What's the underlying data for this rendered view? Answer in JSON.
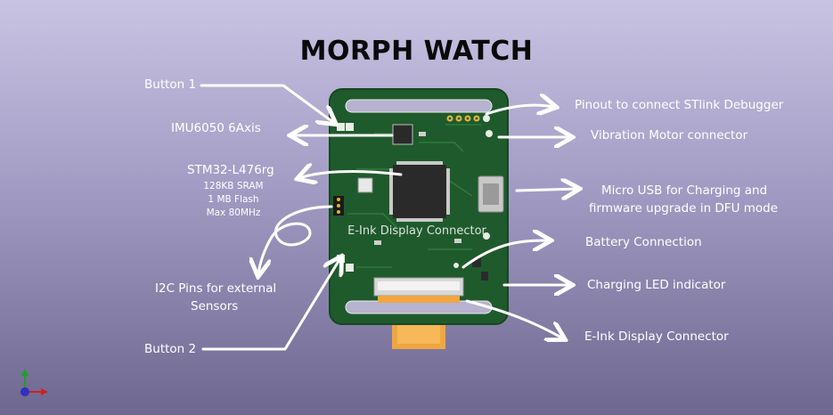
{
  "title": "MORPH WATCH",
  "labels": {
    "button1": "Button 1",
    "imu": "IMU6050 6Axis",
    "mcu": "STM32-L476rg",
    "mcu_sram": "128KB SRAM",
    "mcu_flash": "1 MB Flash",
    "mcu_max": "Max 80MHz",
    "i2c_line1": "I2C Pins for external",
    "i2c_line2": "Sensors",
    "button2": "Button 2",
    "stlink": "Pinout to connect STlink Debugger",
    "vibration": "Vibration Motor connector",
    "usb_line1": "Micro USB for Charging and",
    "usb_line2": "firmware upgrade in DFU mode",
    "battery": "Battery Connection",
    "charging_led": "Charging LED indicator",
    "eink": "E-Ink Display Connector",
    "board_overlay": "E-Ink Display Connector"
  },
  "colors": {
    "pcb": "#1f5a2c",
    "pcb_edge": "#174621",
    "silkscreen": "#e8eee6",
    "pad_gold": "#e2b53c",
    "flex_cable": "#f0a640",
    "chip": "#2a2a2a",
    "arrow": "#ffffff",
    "title": "#0a0a0a"
  }
}
